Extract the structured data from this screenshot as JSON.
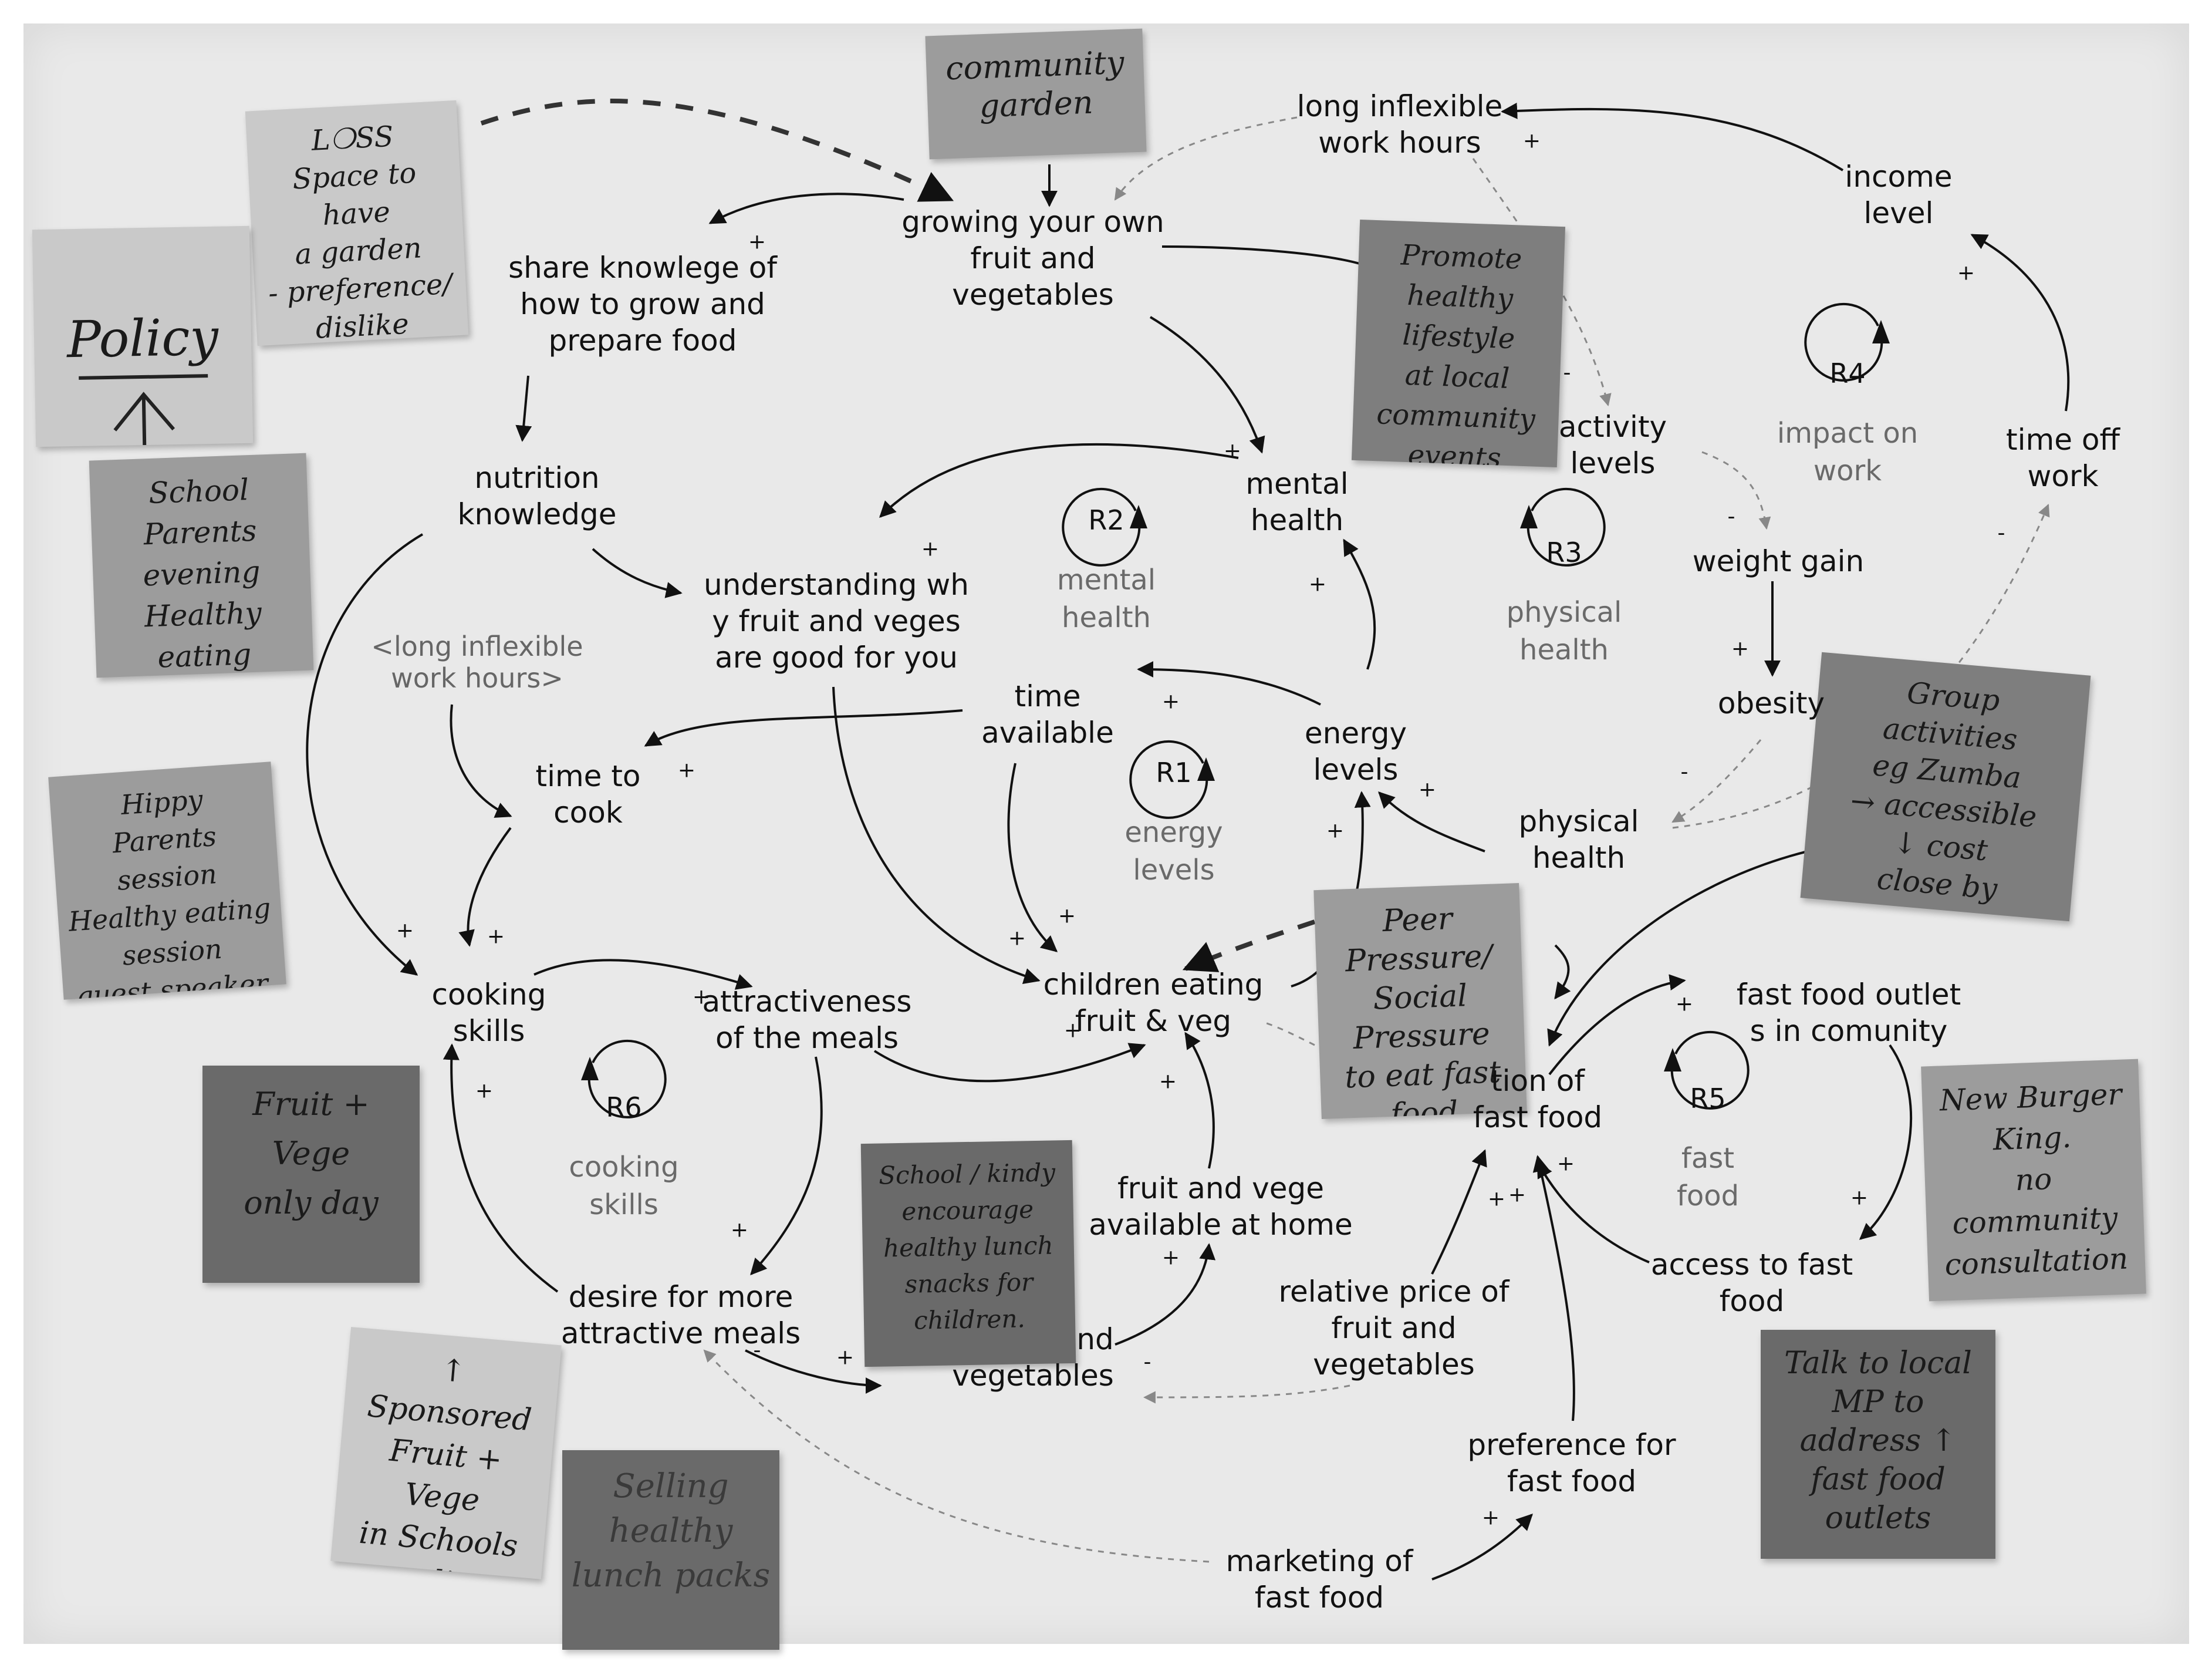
{
  "nodes": {
    "share_knowledge": "share knowlege of\nhow to grow and\nprepare food",
    "growing": "growing your own\nfruit and\nvegetables",
    "long_hours_top": "long inflexible\nwork hours",
    "income": "income\nlevel",
    "time_off": "time off\nwork",
    "activity": "activity\nlevels",
    "weight_gain": "weight gain",
    "obesity": "obesity",
    "physical_health": "physical\nhealth",
    "nutrition": "nutrition\nknowledge",
    "understanding": "understanding wh\ny fruit and veges\nare good for you",
    "mental_health": "mental\nhealth",
    "long_hours_shadow": "<long inflexible\nwork hours>",
    "time_available": "time\navailable",
    "time_to_cook": "time to\ncook",
    "energy": "energy\nlevels",
    "cooking_skills": "cooking\nskills",
    "attractiveness": "attractiveness\nof the meals",
    "children": "children eating\nfruit & veg",
    "consumption": "tion of\nfast food",
    "fast_food_outlets": "fast food outlet\ns in comunity",
    "fruit_vege_home": "fruit and vege\navailable at home",
    "desire": "desire for more\nattractive meals",
    "vegetables": "nd\nvegetables",
    "relative_price": "relative price of\nfruit and\nvegetables",
    "access": "access to fast\nfood",
    "preference": "preference for\nfast food",
    "marketing": "marketing of\nfast food"
  },
  "loops": [
    {
      "id": "R1",
      "name": "energy\nlevels"
    },
    {
      "id": "R2",
      "name": "mental\nhealth"
    },
    {
      "id": "R3",
      "name": "physical\nhealth"
    },
    {
      "id": "R4",
      "name": "impact on\nwork"
    },
    {
      "id": "R5",
      "name": "fast\nfood"
    },
    {
      "id": "R6",
      "name": "cooking\nskills"
    }
  ],
  "notes": {
    "community_garden": "community\ngarden",
    "loss": "L❍SS\nSpace to have\na garden\n- preference/\ndislike",
    "policy": "Policy",
    "school": "School\nParents evening\nHealthy eating\non agenda",
    "promote": "Promote\nhealthy lifestyle\nat local\ncommunity\nevents",
    "group": "Group\nactivities\neg Zumba\n→ accessible\n↓ cost\nclose by",
    "hippy": "Hippy\nParents session\nHealthy eating\nsession\nguest speaker.",
    "peer": "Peer\nPressure/\nSocial\nPressure\nto eat fast food",
    "fruit_vege_day": "Fruit + Vege\nonly day",
    "school_kindy": "School / kindy\nencourage\nhealthy lunch\nsnacks for\nchildren.",
    "new_burger": "New Burger\nKing.\nno community\nconsultation",
    "sponsored": "↑ Sponsored\nFruit + Vege\nin Schools\nextending to all",
    "selling": "Selling\nhealthy\nlunch packs",
    "talk": "Talk to local\nMP to\naddress ↑\nfast food\noutlets"
  },
  "signs": [
    "+",
    "-"
  ]
}
